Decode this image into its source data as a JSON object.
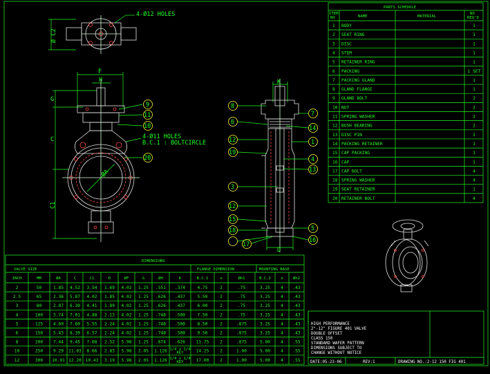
{
  "callouts_top": {
    "holes_top": "4-Ø12 HOLES",
    "holes_mid_1": "4-Ø11 HOLES",
    "holes_mid_2": "B.C.1 : BOLTCIRCLE"
  },
  "dim_labels": {
    "phi_c2": "Ø C2",
    "f": "F",
    "h": "H",
    "g": "G",
    "c": "C",
    "c1": "C1",
    "phi_a": "ØA",
    "k": "K",
    "d": "D"
  },
  "balloons_front": [
    "9",
    "11",
    "10",
    "20"
  ],
  "balloons_section_left": [
    "8",
    "6",
    "12",
    "19",
    "3",
    "12",
    "15",
    "18",
    "17"
  ],
  "balloons_section_right": [
    "7",
    "14",
    "1",
    "4",
    "13",
    "5",
    "16"
  ],
  "parts": {
    "title": "PARTS SCHEDULE",
    "headers": {
      "item": "ITEM NO",
      "name": "NAME",
      "material": "MATERIAL",
      "req": "NO REQ'D"
    },
    "rows": [
      {
        "no": "1",
        "name": "BODY",
        "req": "1"
      },
      {
        "no": "2",
        "name": "SEAT RING",
        "req": "1"
      },
      {
        "no": "3",
        "name": "DISC",
        "req": "1"
      },
      {
        "no": "4",
        "name": "STEM",
        "req": "1"
      },
      {
        "no": "5",
        "name": "RETAINER RING",
        "req": "1"
      },
      {
        "no": "6",
        "name": "PACKING",
        "req": "1 SET"
      },
      {
        "no": "7",
        "name": "PACKING GLAND",
        "req": "1"
      },
      {
        "no": "8",
        "name": "GLAND FLANGE",
        "req": "1"
      },
      {
        "no": "9",
        "name": "GLAND BOLT",
        "req": "2"
      },
      {
        "no": "10",
        "name": "NUT",
        "req": "2"
      },
      {
        "no": "11",
        "name": "SPRING WASHER",
        "req": "2"
      },
      {
        "no": "12",
        "name": "BUSH BEARING",
        "req": "2"
      },
      {
        "no": "13",
        "name": "DISC PIN",
        "req": "2"
      },
      {
        "no": "14",
        "name": "PACKING RETAINER",
        "req": "1"
      },
      {
        "no": "15",
        "name": "CAP PACKING",
        "req": "1"
      },
      {
        "no": "16",
        "name": "CAP",
        "req": "1"
      },
      {
        "no": "17",
        "name": "CAP BOLT",
        "req": "4"
      },
      {
        "no": "18",
        "name": "SPRING WASHER",
        "req": "4"
      },
      {
        "no": "19",
        "name": "SEAT RETAINER",
        "req": "1"
      },
      {
        "no": "20",
        "name": "RETAINER BOLT",
        "req": "4"
      }
    ]
  },
  "dims": {
    "title": "DIMENSIONS",
    "group_valve": "VALVE SIZE",
    "group_flange": "FLANGE DIMENSION",
    "group_mount": "MOUNTING BASE",
    "headers": [
      "INCH",
      "MM",
      "ØA",
      "C",
      "C1",
      "D",
      "ØF",
      "G",
      "ØH",
      "K",
      "B.C.1",
      "n",
      "Øh1",
      "B.C.2",
      "n",
      "Øh2"
    ],
    "rows": [
      [
        "2",
        "50",
        "1.85",
        "4.52",
        "3.54",
        "1.69",
        "4.02",
        "1.25",
        ".551",
        ".374",
        "4.75",
        "2",
        ".75",
        "3.25",
        "4",
        ".43"
      ],
      [
        "2.5",
        "65",
        "2.36",
        "5.87",
        "4.02",
        "1.85",
        "4.02",
        "1.25",
        ".626",
        ".437",
        "5.50",
        "2",
        ".75",
        "3.25",
        "4",
        ".43"
      ],
      [
        "3",
        "80",
        "2.87",
        "6.30",
        "4.41",
        "1.89",
        "4.02",
        "1.25",
        ".626",
        ".437",
        "6.00",
        "2",
        ".75",
        "3.25",
        "4",
        ".43"
      ],
      [
        "4",
        "100",
        "3.74",
        "7.01",
        "4.88",
        "2.13",
        "4.02",
        "1.25",
        ".748",
        ".500",
        "7.50",
        "2",
        ".75",
        "3.25",
        "4",
        ".43"
      ],
      [
        "5",
        "125",
        "4.69",
        "7.60",
        "5.55",
        "2.24",
        "4.02",
        "1.25",
        ".748",
        ".500",
        "8.50",
        "2",
        ".875",
        "3.25",
        "4",
        ".43"
      ],
      [
        "6",
        "150",
        "5.43",
        "8.39",
        "6.57",
        "2.24",
        "4.02",
        "1.25",
        ".748",
        ".500",
        "9.50",
        "2",
        ".875",
        "3.25",
        "4",
        ".43"
      ],
      [
        "8",
        "200",
        "7.44",
        "9.45",
        "7.68",
        "2.52",
        "5.98",
        "1.25",
        ".874",
        ".626",
        "11.75",
        "2",
        ".875",
        "5.00",
        "4",
        ".55"
      ],
      [
        "10",
        "250",
        "9.29",
        "11.03",
        "8.66",
        "2.83",
        "5.98",
        "2.05",
        "1.126",
        "1/4 x 1/4 KEY",
        "14.25",
        "2",
        "1.00",
        "5.00",
        "4",
        ".55"
      ],
      [
        "12",
        "300",
        "10.91",
        "12.20",
        "10.43",
        "3.19",
        "5.98",
        "2.05",
        "1.126",
        "1/4 x 1/4 KEY",
        "17.00",
        "2",
        "1.00",
        "5.00",
        "4",
        ".55"
      ]
    ]
  },
  "title_block": {
    "lines": [
      "HIGH PERFORMANCE",
      "2\"-12\" FIGURE 401 VALVE",
      "DOUBLE OFFSET",
      "CLASS 150",
      "STANDARD WAFER PATTERN",
      "DIMENSIONS SUBJECT TO",
      "CHANGE WITHOUT NOTICE"
    ],
    "date": "DATE:05-23-06",
    "rev": "REV:1",
    "drawing": "DRAWING NO.:2-12 150 FIG 401"
  },
  "colors": {
    "frame": "#22ff22",
    "outline": "#e6e6e6",
    "hidden": "#ff4a4a",
    "balloon": "#ffff33"
  }
}
